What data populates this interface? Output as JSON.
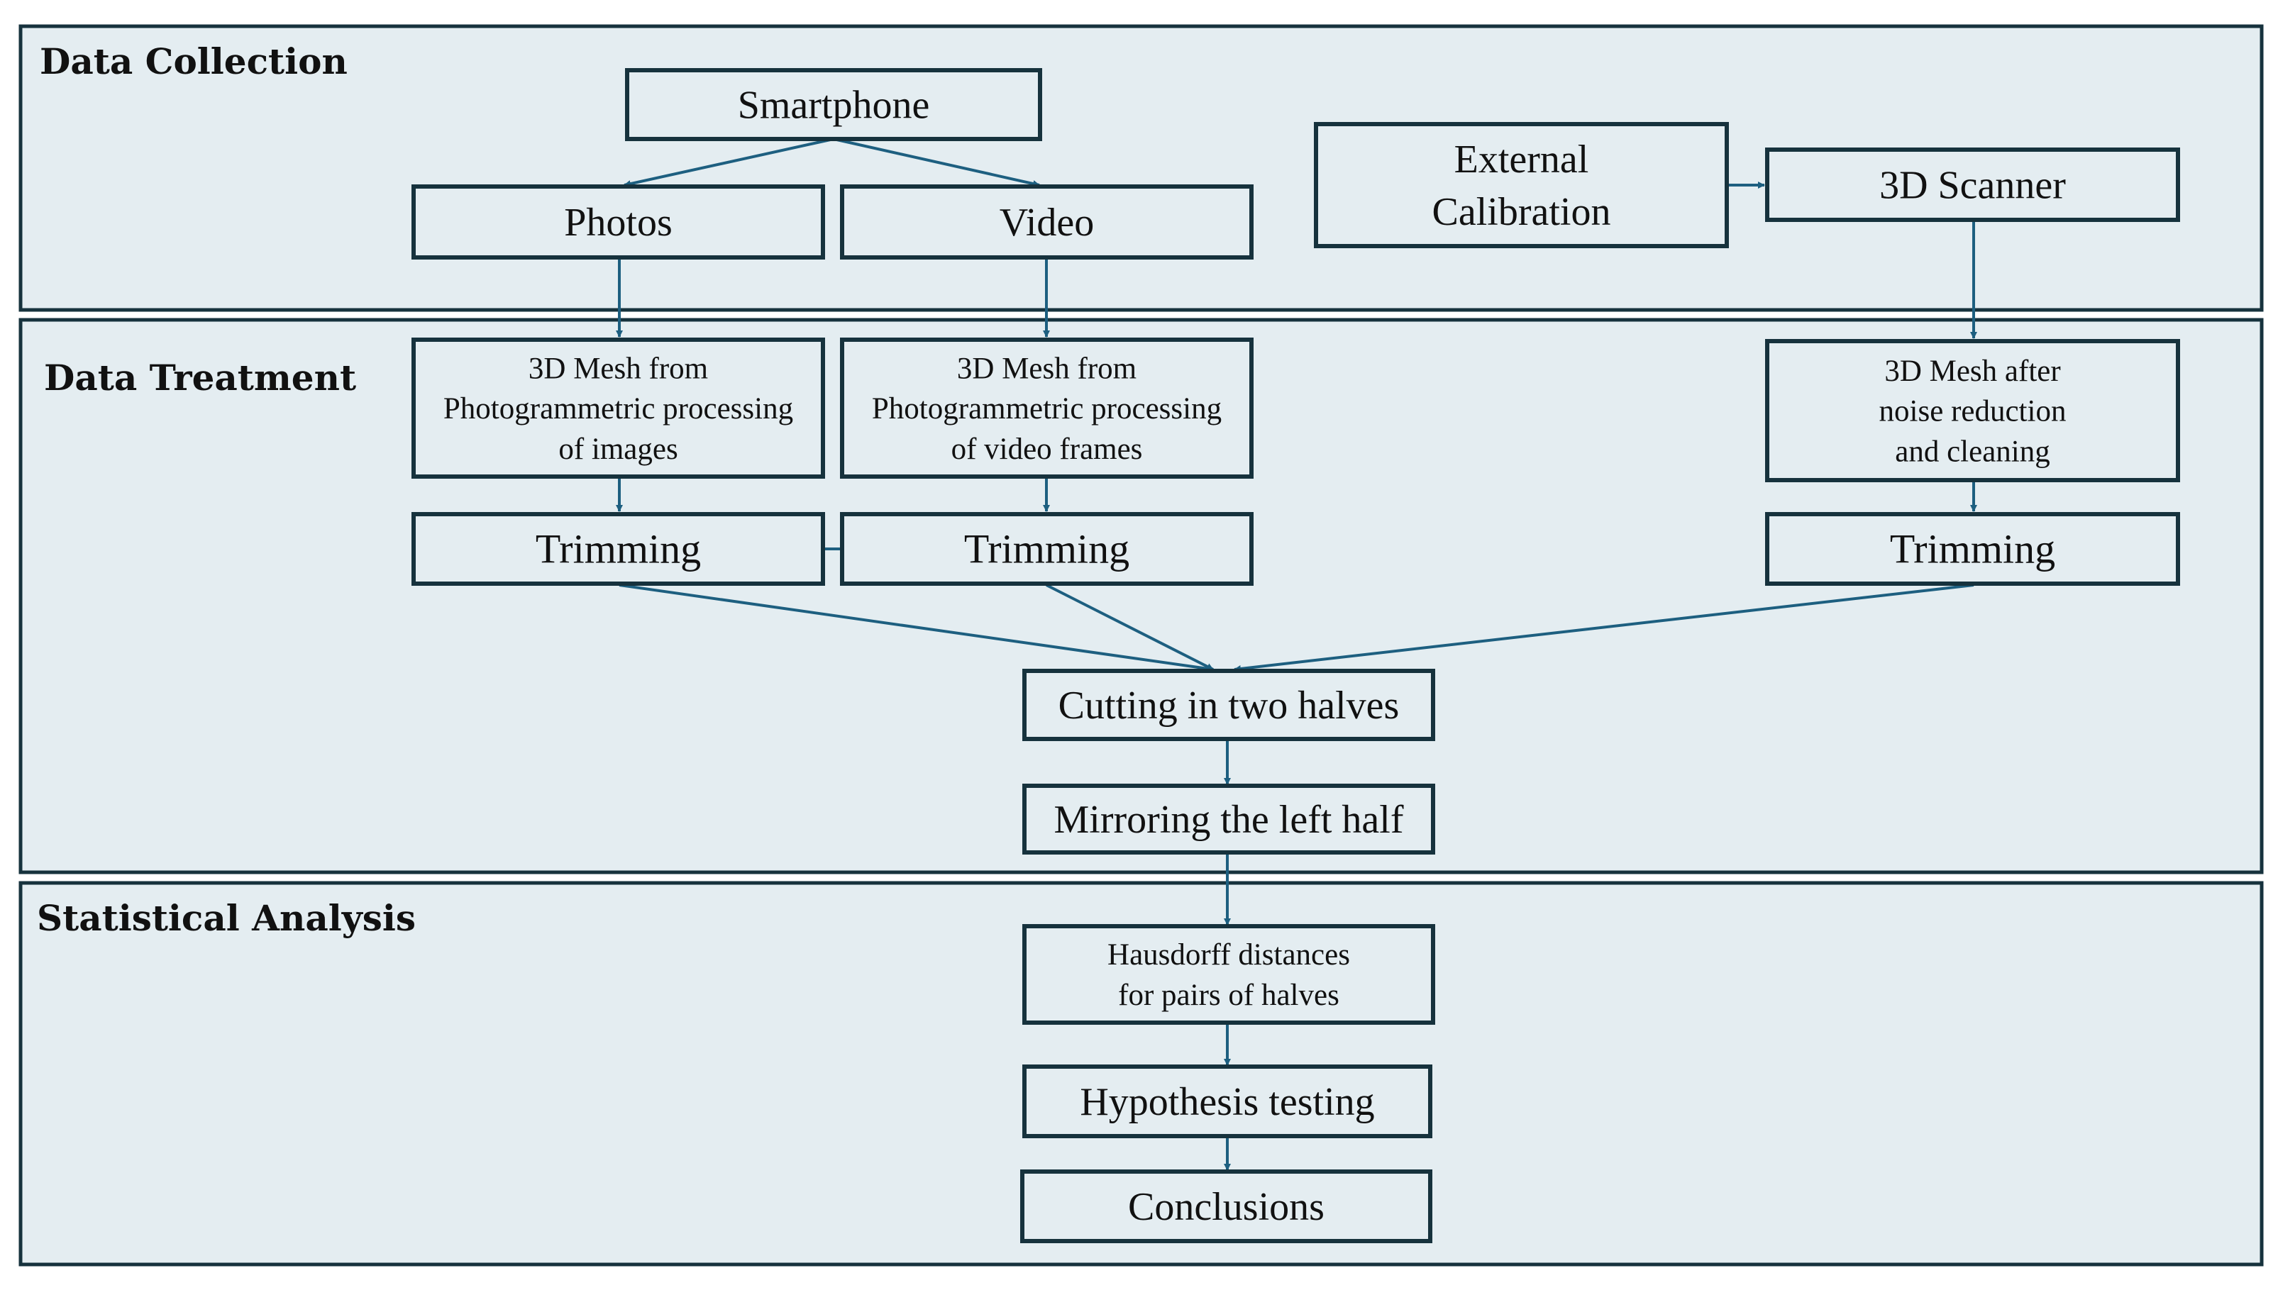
{
  "sections": {
    "collection": "Data Collection",
    "treatment": "Data Treatment",
    "analysis": "Statistical Analysis"
  },
  "nodes": {
    "smartphone": [
      "Smartphone"
    ],
    "photos": [
      "Photos"
    ],
    "video": [
      "Video"
    ],
    "external_calibration": [
      "External",
      "Calibration"
    ],
    "scanner": [
      "3D Scanner"
    ],
    "mesh_photos": [
      "3D Mesh from",
      "Photogrammetric processing",
      "of images"
    ],
    "mesh_video": [
      "3D Mesh from",
      "Photogrammetric processing",
      "of video frames"
    ],
    "mesh_scanner": [
      "3D Mesh after",
      "noise reduction",
      "and cleaning"
    ],
    "trim_photos": [
      "Trimming"
    ],
    "trim_video": [
      "Trimming"
    ],
    "trim_scanner": [
      "Trimming"
    ],
    "cutting": [
      "Cutting in two halves"
    ],
    "mirroring": [
      "Mirroring the left half"
    ],
    "hausdorff": [
      "Hausdorff distances",
      "for pairs of halves"
    ],
    "hypothesis": [
      "Hypothesis testing"
    ],
    "conclusions": [
      "Conclusions"
    ]
  },
  "colors": {
    "panel_fill": "#e4edf1",
    "border": "#16323d",
    "arrow": "#1d5f80",
    "text": "#111111"
  }
}
